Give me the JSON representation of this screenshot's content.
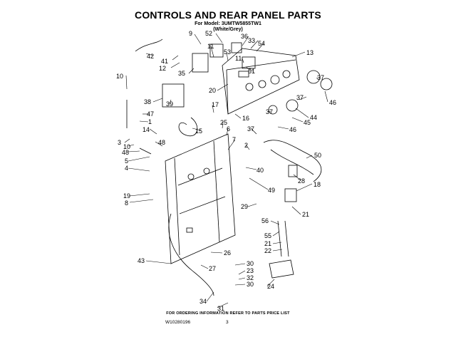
{
  "header": {
    "title": "CONTROLS AND REAR PANEL PARTS",
    "model_line": "For Model: 3UMTW5855TW1",
    "color_line": "(White/Grey)"
  },
  "footer": {
    "note": "FOR ORDERING INFORMATION REFER TO PARTS PRICE LIST",
    "doc_number": "W10280196",
    "page_number": "3"
  },
  "callouts": {
    "c1": "52",
    "c2": "36",
    "c3": "9",
    "c4": "33",
    "c5": "54",
    "c6": "11",
    "c7": "53",
    "c8": "42",
    "c9": "41",
    "c10": "12",
    "c11": "11",
    "c12": "51",
    "c13": "13",
    "c14": "35",
    "c15": "20",
    "c16": "10",
    "c17": "37",
    "c18": "38",
    "c19": "39",
    "c20": "37",
    "c21": "46",
    "c22": "17",
    "c23": "47",
    "c24": "16",
    "c25": "37",
    "c26": "44",
    "c27": "1",
    "c28": "45",
    "c29": "14",
    "c30": "15",
    "c31": "25",
    "c32": "6",
    "c33": "46",
    "c34": "37",
    "c35": "3",
    "c36": "48",
    "c37": "2",
    "c38": "10",
    "c39": "48",
    "c40": "7",
    "c41": "5",
    "c42": "50",
    "c43": "4",
    "c44": "40",
    "c45": "28",
    "c46": "18",
    "c47": "49",
    "c48": "19",
    "c49": "8",
    "c50": "29",
    "c51": "21",
    "c52": "56",
    "c53": "55",
    "c54": "21",
    "c55": "22",
    "c56": "26",
    "c57": "43",
    "c58": "27",
    "c59": "30",
    "c60": "23",
    "c61": "32",
    "c62": "30",
    "c63": "24",
    "c64": "34",
    "c65": "31"
  }
}
